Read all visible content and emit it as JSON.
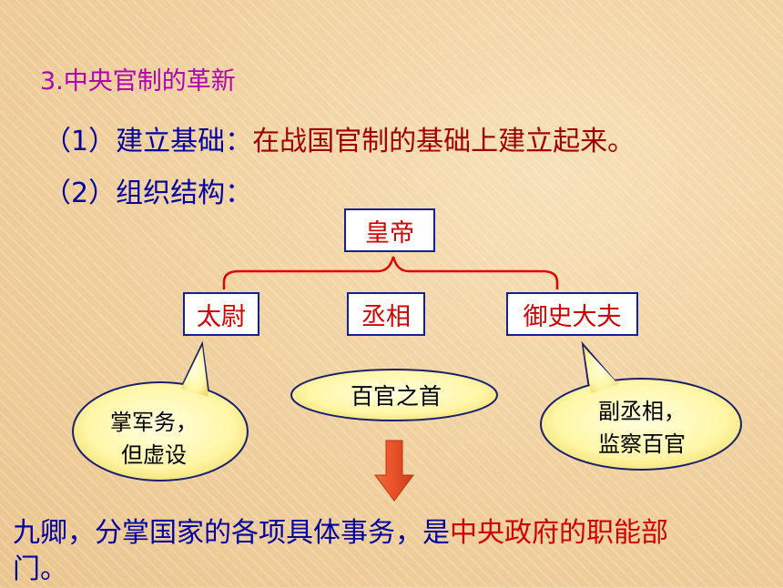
{
  "title": "3.中央官制的革新",
  "line1": {
    "prefix": "（1）建立基础：",
    "content": "在战国官制的基础上建立起来。"
  },
  "line2": "（2）组织结构：",
  "nodes": {
    "emperor": "皇帝",
    "taiwei": "太尉",
    "chengxiang": "丞相",
    "yushi": "御史大夫"
  },
  "bubbles": {
    "taiwei_l1": "掌军务，",
    "taiwei_l2": "但虚设",
    "chengxiang": "百官之首",
    "yushi_l1": "副丞相，",
    "yushi_l2": "监察百官"
  },
  "bottom": {
    "part1": "九卿，分掌国家的各项具体事务，是",
    "part2": "中央政府的职能部",
    "part3": "门。"
  },
  "colors": {
    "title": "#b000b0",
    "body": "#0000a0",
    "highlight": "#d00000",
    "bubble_fill": "#fffbb0",
    "arrow": "#e44f2a"
  }
}
